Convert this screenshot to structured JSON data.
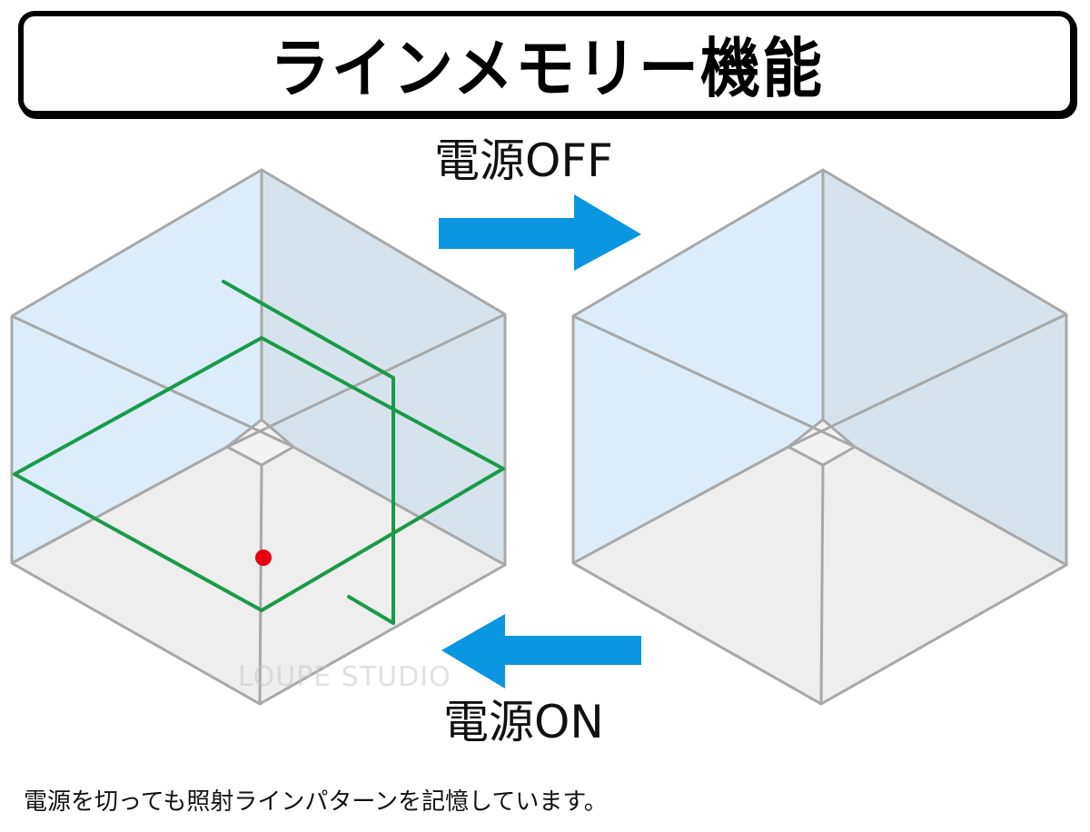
{
  "title": "ラインメモリー機能",
  "transitions": {
    "power_off": {
      "label": "電源OFF",
      "arrow_direction": "right",
      "arrow_icon": "arrow-right-icon"
    },
    "power_on": {
      "label": "電源ON",
      "arrow_direction": "left",
      "arrow_icon": "arrow-left-icon"
    }
  },
  "states": [
    {
      "name": "laser-on-cube",
      "laser_lines_color": "#1a9a4a",
      "plumb_dot_color": "#e60012",
      "shows_lines": true
    },
    {
      "name": "laser-off-cube",
      "shows_lines": false
    }
  ],
  "colors": {
    "arrow": "#0a96e0",
    "cube_edge": "#a8a8a8",
    "wall_left": "#dcedf9",
    "wall_right": "#d6e3ec",
    "floor": "#eeeeee",
    "laser_line": "#1a9a4a",
    "plumb_dot": "#e60012"
  },
  "watermark": "LOUPE STUDIO",
  "caption": "電源を切っても照射ラインパターンを記憶しています。"
}
